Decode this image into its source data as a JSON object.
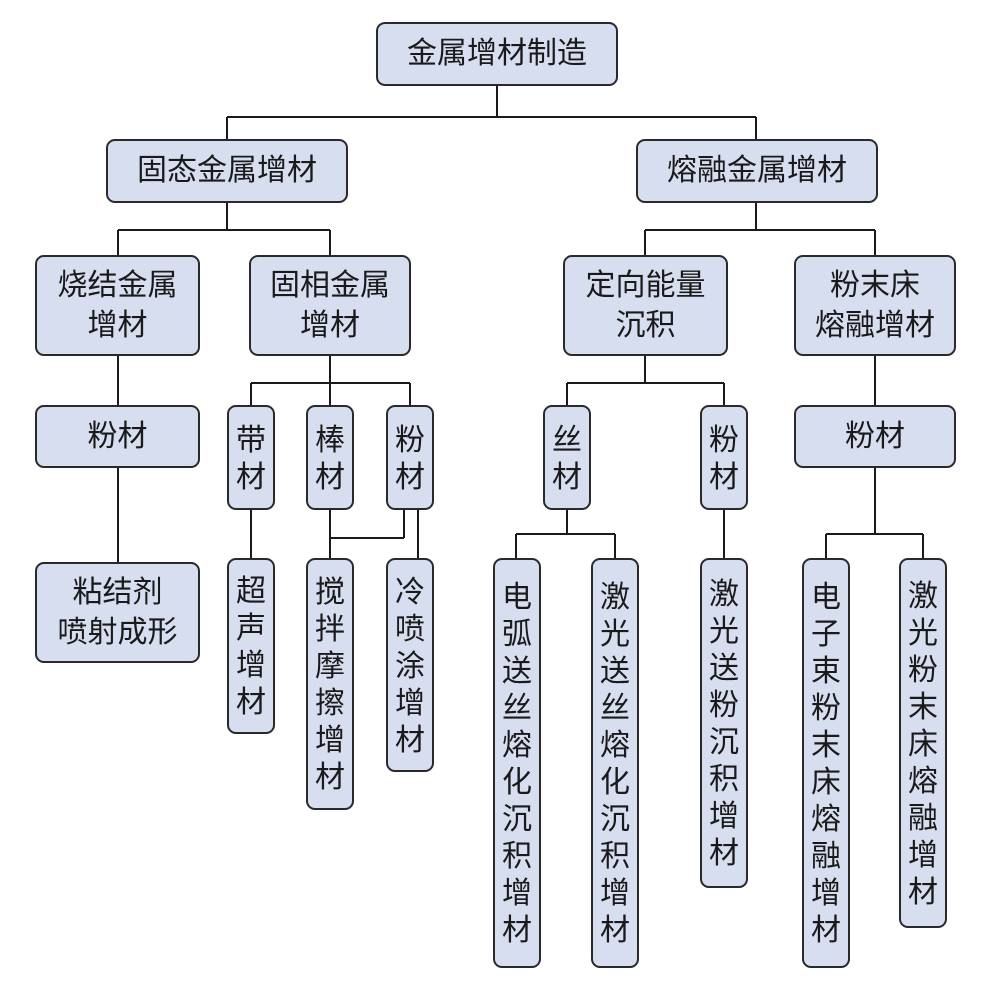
{
  "root": {
    "label": "金属增材制造"
  },
  "solid": {
    "label": "固态金属增材"
  },
  "melt": {
    "label": "熔融金属增材"
  },
  "sinter": {
    "label": "烧结金属\n增材"
  },
  "solid_phase": {
    "label": "固相金属\n增材"
  },
  "ded": {
    "label": "定向能量\n沉积"
  },
  "pbf": {
    "label": "粉末床\n熔融增材"
  },
  "sinter_powder": {
    "label": "粉材"
  },
  "strip": {
    "label": "带\n材"
  },
  "rod": {
    "label": "棒\n材"
  },
  "sp_powder": {
    "label": "粉\n材"
  },
  "wire": {
    "label": "丝\n材"
  },
  "ded_powder": {
    "label": "粉\n材"
  },
  "pbf_powder": {
    "label": "粉材"
  },
  "binder_jet": {
    "label": "粘结剂\n喷射成形"
  },
  "ultrasonic": {
    "label": "超\n声\n增\n材"
  },
  "friction_stir": {
    "label": "搅\n拌\n摩\n擦\n增\n材"
  },
  "cold_spray": {
    "label": "冷\n喷\n涂\n增\n材"
  },
  "arc_wire": {
    "label": "电\n弧\n送\n丝\n熔\n化\n沉\n积\n增\n材"
  },
  "laser_wire": {
    "label": "激\n光\n送\n丝\n熔\n化\n沉\n积\n增\n材"
  },
  "laser_powder_ded": {
    "label": "激\n光\n送\n粉\n沉\n积\n增\n材"
  },
  "ebm": {
    "label": "电\n子\n束\n粉\n末\n床\n熔\n融\n增\n材"
  },
  "slm": {
    "label": "激\n光\n粉\n末\n床\n熔\n融\n增\n材"
  }
}
